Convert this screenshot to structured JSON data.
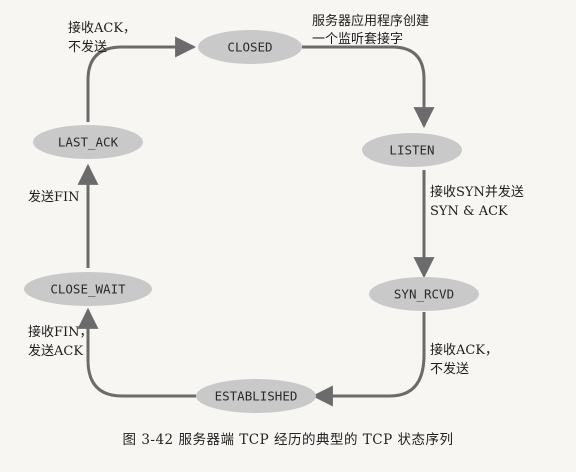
{
  "colors": {
    "background": "#f7f6f3",
    "state_fill": "#c9c9c9",
    "arrow": "#6b6b6b",
    "text": "#222222"
  },
  "states": {
    "closed": "CLOSED",
    "listen": "LISTEN",
    "syn_rcvd": "SYN_RCVD",
    "established": "ESTABLISHED",
    "close_wait": "CLOSE_WAIT",
    "last_ack": "LAST_ACK"
  },
  "transitions": {
    "closed_to_listen": [
      "服务器应用程序创建",
      "一个监听套接字"
    ],
    "listen_to_syn_rcvd": [
      "接收SYN并发送",
      "SYN & ACK"
    ],
    "syn_rcvd_to_established": [
      "接收ACK，",
      "不发送"
    ],
    "established_to_close_wait": [
      "接收FIN，",
      "发送ACK"
    ],
    "close_wait_to_last_ack": [
      "发送FIN"
    ],
    "last_ack_to_closed": [
      "接收ACK，",
      "不发送"
    ]
  },
  "caption": "图 3-42    服务器端 TCP 经历的典型的 TCP 状态序列"
}
